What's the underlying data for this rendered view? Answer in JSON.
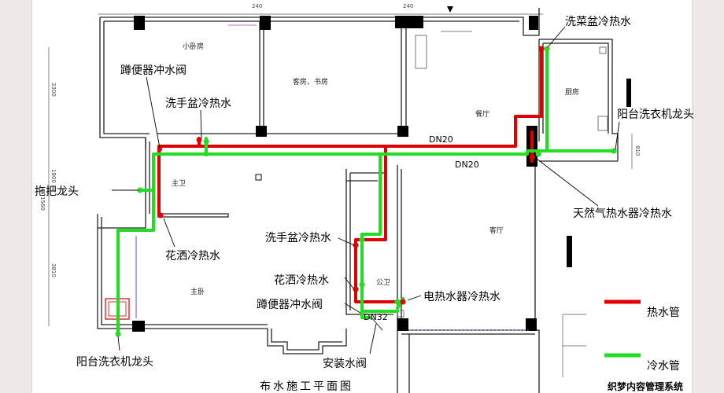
{
  "title": "布水施工平面图",
  "watermark": "织梦内容管理系统",
  "legend": {
    "hot": {
      "label": "热水管",
      "color": "#e00000"
    },
    "cold": {
      "label": "冷水管",
      "color": "#22dd22"
    }
  },
  "pipe_sizes": {
    "dn20_hot": "DN20",
    "dn20_cold": "DN20",
    "dn32": "DN32"
  },
  "rooms": {
    "small_bedroom": "小卧房",
    "living_study": "客房、书房",
    "dining": "餐厅",
    "kitchen": "厨房",
    "master_bath": "主卫",
    "master_bedroom": "主卧",
    "guest_bath": "公卫",
    "living": "客厅"
  },
  "callouts": {
    "toilet_flush_valve_master": "蹲便器冲水阀",
    "basin_hot_cold_master": "洗手盆冷热水",
    "mop_tap": "拖把龙头",
    "shower_hot_cold_master": "花洒冷热水",
    "balcony_washer_tap_bedroom": "阳台洗衣机龙头",
    "veg_sink_hot_cold": "洗菜盆冷热水",
    "balcony_washer_tap_kitchen": "阳台洗衣机龙头",
    "gas_heater_hot_cold": "天然气热水器冷热水",
    "basin_hot_cold_guest": "洗手盆冷热水",
    "shower_hot_cold_guest": "花洒冷热水",
    "toilet_flush_valve_guest": "蹲便器冲水阀",
    "electric_heater_hot_cold": "电热水器冷热水",
    "install_valve": "安装水阀"
  },
  "dimensions": {
    "top_240_a": "240",
    "top_240_b": "240",
    "right_810": "810",
    "left_3300": "3300",
    "left_1800": "1800",
    "left_1560": "1560",
    "left_3810": "3810"
  }
}
